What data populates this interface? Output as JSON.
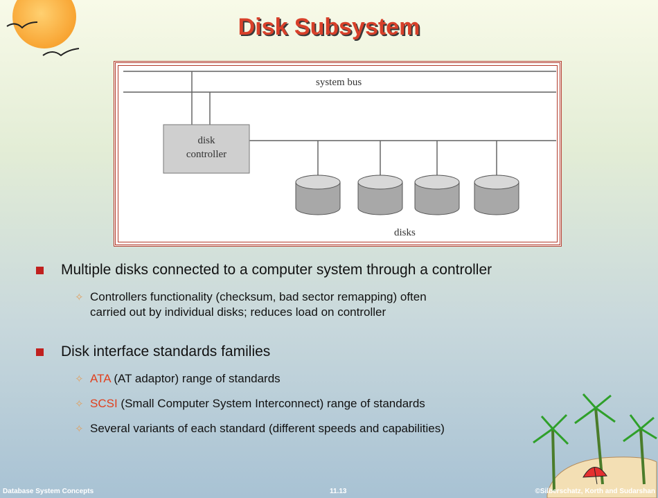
{
  "slide": {
    "title": "Disk Subsystem"
  },
  "figure": {
    "bus_label": "system bus",
    "controller_label_line1": "disk",
    "controller_label_line2": "controller",
    "disks_label": "disks"
  },
  "bullets": [
    {
      "text": "Multiple disks connected to a computer system through a controller",
      "subs": [
        {
          "line1": "Controllers functionality (checksum, bad sector remapping) often",
          "line2": "carried out by individual disks; reduces load on controller"
        }
      ]
    },
    {
      "text": "Disk interface standards families",
      "subs": [
        {
          "highlight": "ATA",
          "rest": " (AT adaptor) range of standards"
        },
        {
          "highlight": "SCSI",
          "rest": " (Small Computer System Interconnect) range of standards"
        },
        {
          "text": "Several variants of each standard (different speeds and capabilities)"
        }
      ]
    }
  ],
  "footer": {
    "left": "Database System Concepts",
    "center": "11.13",
    "right": "©Silberschatz, Korth and Sudarshan"
  },
  "colors": {
    "title": "#d8402a",
    "highlight": "#e0401e",
    "bullet": "#c0201e"
  },
  "icons": {
    "bullet_l1": "square-bullet-icon",
    "bullet_l2": "pin-bullet-icon"
  }
}
